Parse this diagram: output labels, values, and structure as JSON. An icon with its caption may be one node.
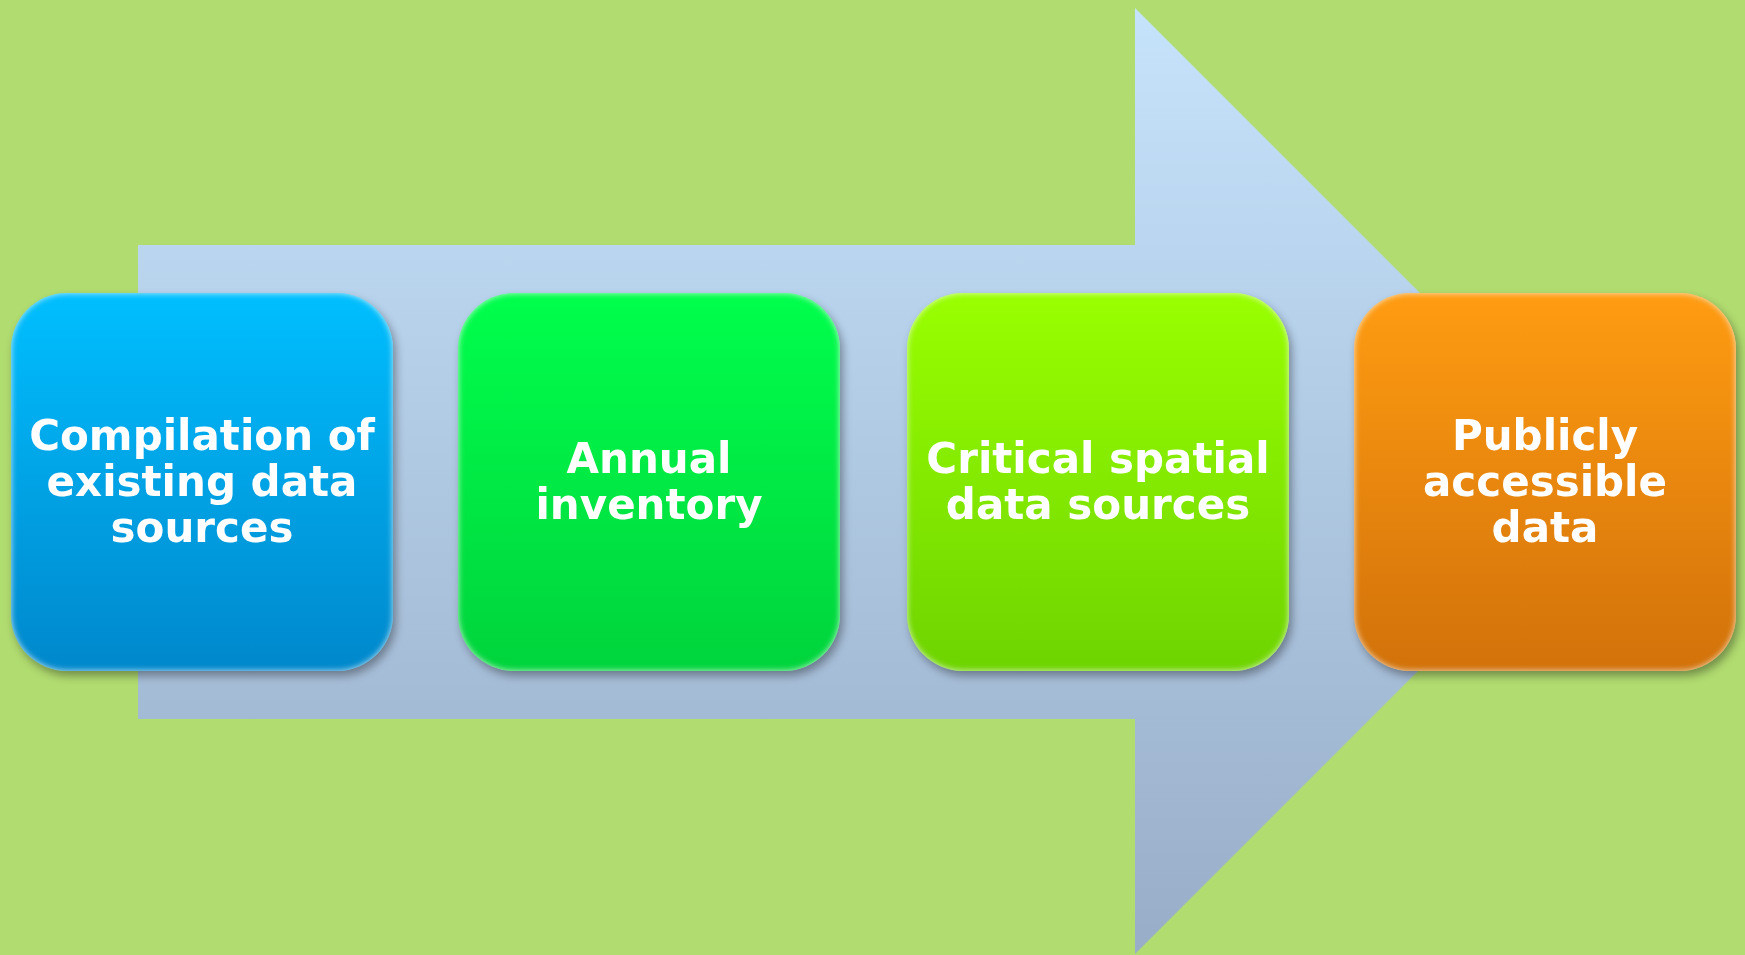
{
  "diagram": {
    "nodes": [
      {
        "text": [
          "Compilation of existing data sources"
        ]
      },
      {
        "text": [
          "Annual inventory"
        ]
      },
      {
        "text": [
          "Critical spatial data sources"
        ]
      },
      {
        "text": [
          "Publicly accessible data"
        ]
      }
    ],
    "edges": [
      {
        "from": 0,
        "to": 3,
        "arrow": "to"
      }
    ]
  }
}
